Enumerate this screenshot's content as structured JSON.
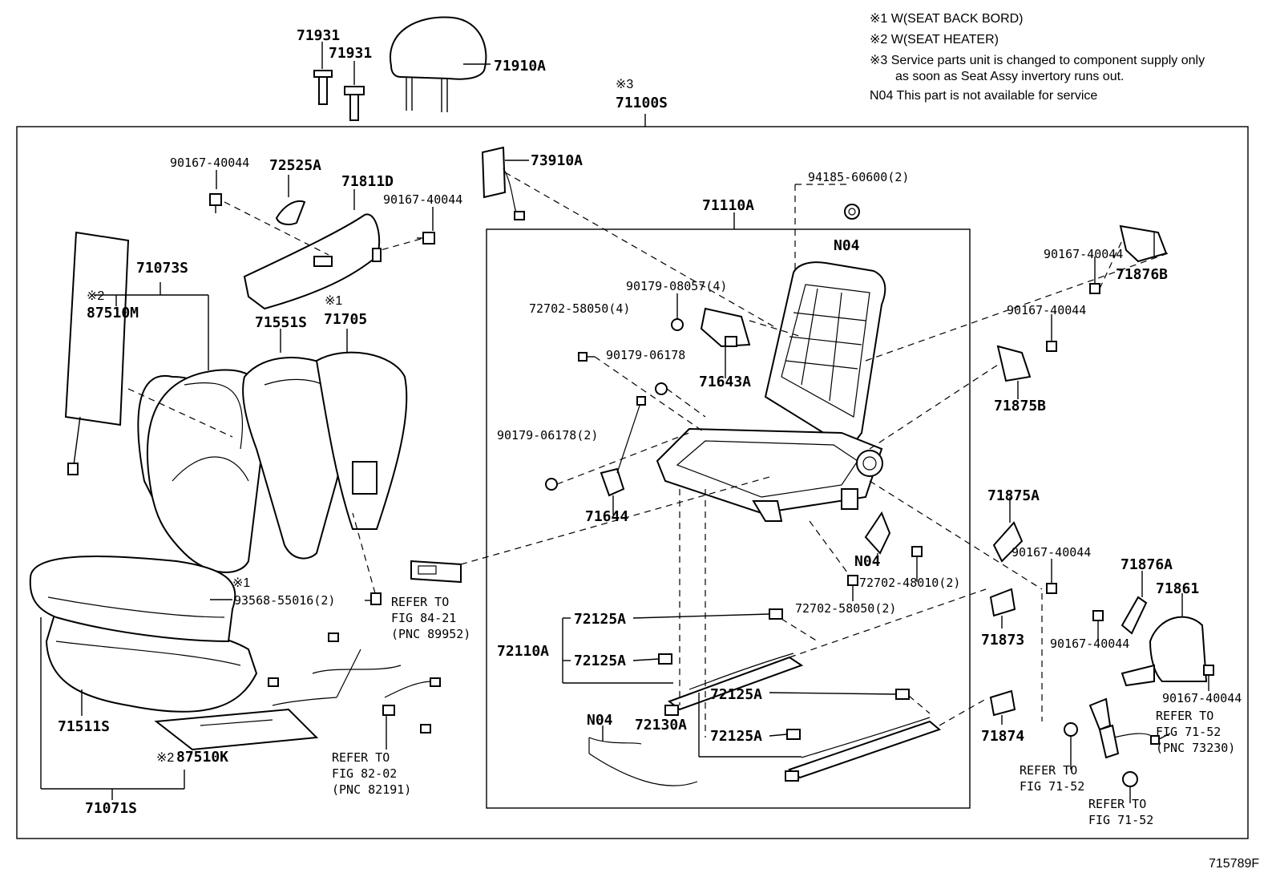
{
  "notes": [
    "※1 W(SEAT BACK BORD)",
    "※2 W(SEAT HEATER)",
    "※3 Service parts unit is changed to component supply only",
    "as soon as Seat Assy invertory runs out.",
    "N04 This part is not available for service"
  ],
  "figure_code": "715789F",
  "labels": {
    "p71931a": "71931",
    "p71931b": "71931",
    "p71910A": "71910A",
    "m3": "※3",
    "p71100S": "71100S",
    "p90167_1": "90167-40044",
    "p72525A": "72525A",
    "p71811D": "71811D",
    "p90167_2": "90167-40044",
    "p73910A": "73910A",
    "p94185": "94185-60600(2)",
    "p71110A": "71110A",
    "p71073S": "71073S",
    "m2a": "※2",
    "p87510M": "87510M",
    "m1a": "※1",
    "p71551S": "71551S",
    "p71705": "71705",
    "n04a": "N04",
    "p90179_08057": "90179-08057(4)",
    "p72702_58050a": "72702-58050(4)",
    "p90179_06178a": "90179-06178",
    "p71643A": "71643A",
    "p90167_3": "90167-40044",
    "p71876B": "71876B",
    "p90167_4": "90167-40044",
    "p71875B": "71875B",
    "p90179_06178b": "90179-06178(2)",
    "p71644": "71644",
    "p71875A": "71875A",
    "n04b": "N04",
    "p90167_5": "90167-40044",
    "p71876A": "71876A",
    "p71861": "71861",
    "m1b": "※1",
    "p93568": "93568-55016(2)",
    "ref1a": "REFER TO",
    "ref1b": "FIG 84-21",
    "ref1c": "(PNC 89952)",
    "p72702_48010": "72702-48010(2)",
    "p72702_58050b": "72702-58050(2)",
    "p72125A_1": "72125A",
    "p72110A": "72110A",
    "p72125A_2": "72125A",
    "p71873": "71873",
    "p90167_6": "90167-40044",
    "p90167_7": "90167-40044",
    "p72125A_3": "72125A",
    "n04c": "N04",
    "p72130A": "72130A",
    "p72125A_4": "72125A",
    "p71874": "71874",
    "p71511S": "71511S",
    "m2b": "※2",
    "p87510K": "87510K",
    "ref2a": "REFER TO",
    "ref2b": "FIG 82-02",
    "ref2c": "(PNC 82191)",
    "p71071S": "71071S",
    "ref3a": "REFER TO",
    "ref3b": "FIG 71-52",
    "ref3c": "(PNC 73230)",
    "ref4a": "REFER TO",
    "ref4b": "FIG 71-52",
    "ref5a": "REFER TO",
    "ref5b": "FIG 71-52"
  }
}
